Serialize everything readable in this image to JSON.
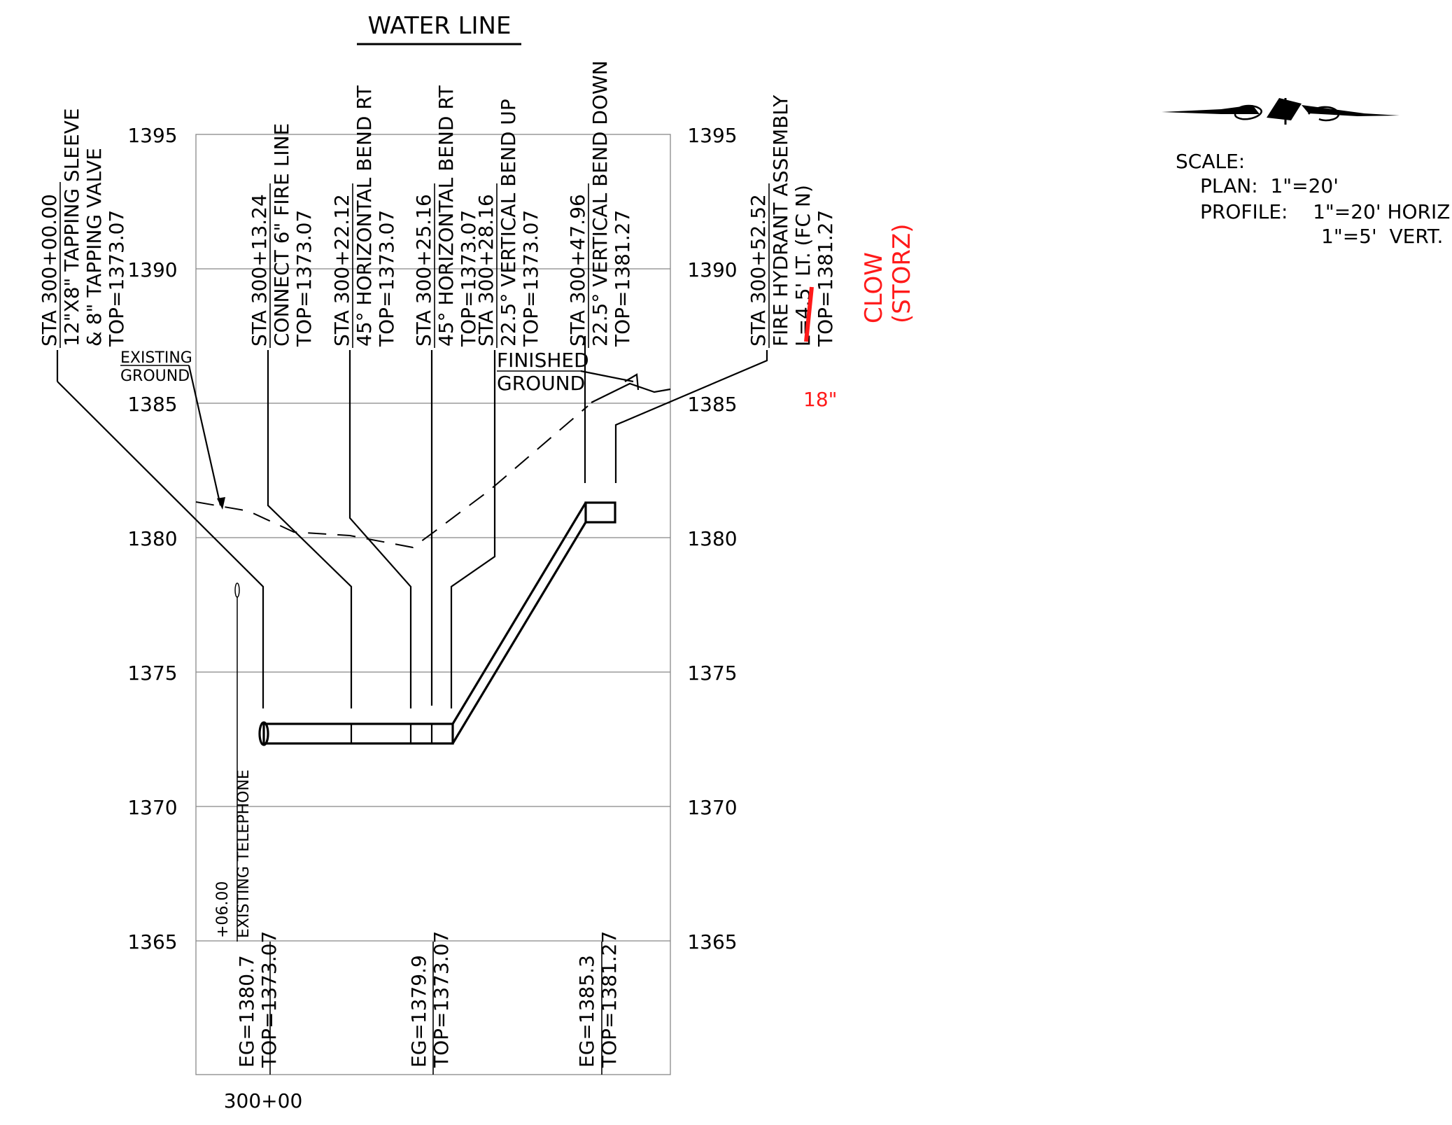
{
  "title": "WATER LINE",
  "scale": {
    "heading": "SCALE:",
    "plan": "PLAN:  1\"=20'",
    "profile": "PROFILE:    1\"=20' HORIZ",
    "vert": "1\"=5'  VERT."
  },
  "elevations": [
    "1395",
    "1390",
    "1385",
    "1380",
    "1375",
    "1370",
    "1365"
  ],
  "station_label": "300+00",
  "callouts": [
    {
      "lines": [
        "STA 300+00.00",
        "12\"X8\" TAPPING SLEEVE",
        "& 8\" TAPPING VALVE",
        "TOP=1373.07"
      ]
    },
    {
      "lines": [
        "STA 300+13.24",
        "CONNECT 6\" FIRE LINE",
        "TOP=1373.07"
      ]
    },
    {
      "lines": [
        "STA 300+22.12",
        "45° HORIZONTAL BEND RT",
        "TOP=1373.07"
      ]
    },
    {
      "lines": [
        "STA 300+25.16",
        "45° HORIZONTAL BEND RT",
        "TOP=1373.07"
      ]
    },
    {
      "lines": [
        "STA 300+28.16",
        "22.5° VERTICAL BEND UP",
        "TOP=1373.07"
      ]
    },
    {
      "lines": [
        "STA 300+47.96",
        "22.5° VERTICAL BEND DOWN",
        "TOP=1381.27"
      ]
    },
    {
      "lines": [
        "STA 300+52.52",
        "FIRE HYDRANT ASSEMBLY",
        "L=4.5' LT. (FC N)",
        "TOP=1381.27"
      ]
    }
  ],
  "existing_ground": [
    "EXISTING",
    "GROUND"
  ],
  "finished_ground": [
    "FINISHED",
    "GROUND"
  ],
  "telephone": [
    "+06.00",
    "EXISTING TELEPHONE"
  ],
  "bottom_labels": [
    {
      "eg": "EG=1380.7",
      "top": "TOP=1373.07"
    },
    {
      "eg": "EG=1379.9",
      "top": "TOP=1373.07"
    },
    {
      "eg": "EG=1385.3",
      "top": "TOP=1381.27"
    }
  ],
  "redline": {
    "clow": "CLOW",
    "storz": "(STORZ)",
    "depth": "18\""
  },
  "colors": {
    "redline": "#ff1a1a",
    "grid": "#888888",
    "ink": "#000000"
  }
}
